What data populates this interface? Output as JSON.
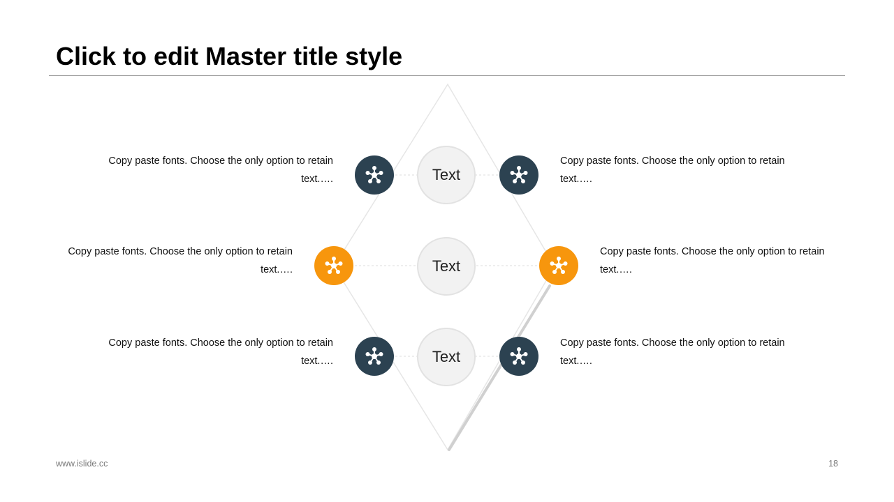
{
  "slide": {
    "title": "Click to edit Master title style",
    "footer_left": "www.islide.cc",
    "page_number": "18"
  },
  "colors": {
    "dark": "#2c4251",
    "accent": "#f7960d",
    "center_fill": "#f2f2f2",
    "center_border": "#e2e2e2"
  },
  "centers": [
    {
      "label": "Text"
    },
    {
      "label": "Text"
    },
    {
      "label": "Text"
    }
  ],
  "items": {
    "left_top": {
      "text": "Copy paste fonts. Choose the only option to retain text.….",
      "color": "dark",
      "icon": "network-icon"
    },
    "right_top": {
      "text": "Copy paste fonts. Choose the only option to retain text.….",
      "color": "dark",
      "icon": "network-icon"
    },
    "left_mid": {
      "text": "Copy paste fonts. Choose the only option to retain text.….",
      "color": "accent",
      "icon": "network-icon"
    },
    "right_mid": {
      "text": "Copy paste fonts. Choose the only option to retain text.….",
      "color": "accent",
      "icon": "network-icon"
    },
    "left_bot": {
      "text": "Copy paste fonts. Choose the only option to retain text.….",
      "color": "dark",
      "icon": "network-icon"
    },
    "right_bot": {
      "text": "Copy paste fonts. Choose the only option to retain text.….",
      "color": "dark",
      "icon": "network-icon"
    }
  }
}
